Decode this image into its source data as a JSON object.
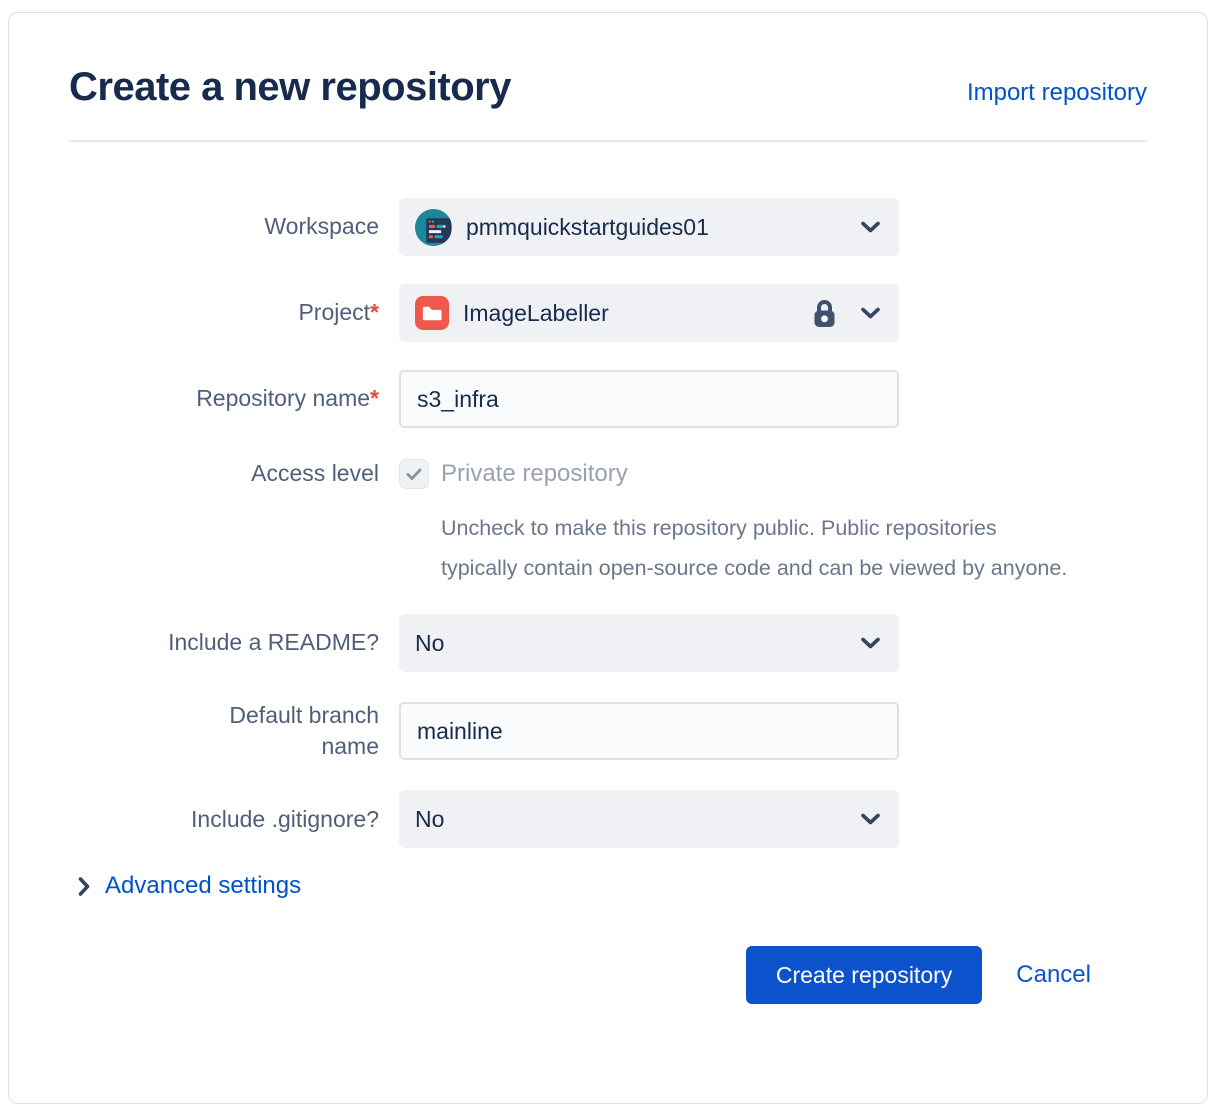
{
  "header": {
    "title": "Create a new repository",
    "import_link": "Import repository"
  },
  "form": {
    "workspace": {
      "label": "Workspace",
      "value": "pmmquickstartguides01"
    },
    "project": {
      "label": "Project",
      "required_mark": "*",
      "value": "ImageLabeller"
    },
    "repository_name": {
      "label": "Repository name",
      "required_mark": "*",
      "value": "s3_infra"
    },
    "access_level": {
      "label": "Access level",
      "checkbox_label": "Private repository",
      "checked": true,
      "helper_text": "Uncheck to make this repository public. Public repositories typically contain open-source code and can be viewed by anyone."
    },
    "readme": {
      "label": "Include a README?",
      "value": "No"
    },
    "default_branch": {
      "label": "Default branch name",
      "value": "mainline"
    },
    "gitignore": {
      "label": "Include .gitignore?",
      "value": "No"
    },
    "advanced_settings": {
      "label": "Advanced settings"
    }
  },
  "footer": {
    "create_label": "Create repository",
    "cancel_label": "Cancel"
  },
  "icons": {
    "workspace_avatar": "teal-workspace-avatar",
    "project_avatar": "red-folder-avatar",
    "lock": "lock-icon",
    "chevron_down": "chevron-down-icon",
    "chevron_right": "chevron-right-icon",
    "check": "check-icon"
  },
  "colors": {
    "title_text": "#172B4D",
    "label_text": "#505F79",
    "link_blue": "#0052CC",
    "primary_button": "#0B52CC",
    "field_bg": "#F0F1F4",
    "input_border": "#DFE1E6",
    "required_red": "#E5493A",
    "helper_text": "#6B778C",
    "disabled_text": "#99A1B0",
    "avatar_teal": "#1B8899",
    "avatar_red": "#EF584A"
  }
}
